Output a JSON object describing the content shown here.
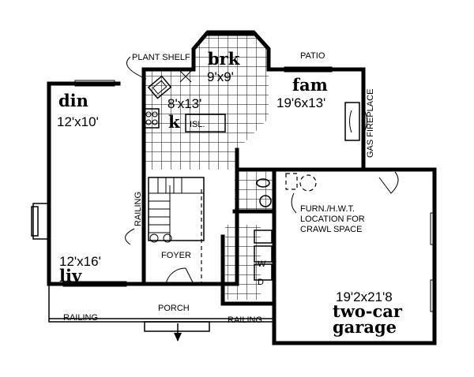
{
  "rooms": {
    "breakfast": {
      "name": "brk",
      "size": "9'x9'"
    },
    "family": {
      "name": "fam",
      "size": "19'6x13'"
    },
    "dining": {
      "name": "din",
      "size": "12'x10'"
    },
    "kitchen": {
      "name": "k",
      "size": "8'x13'",
      "island": "ISL."
    },
    "living": {
      "name": "liv",
      "size": "12'x16'"
    },
    "garage": {
      "name_line1": "two-car",
      "name_line2": "garage",
      "size": "19'2x21'8"
    },
    "foyer": {
      "name": "FOYER"
    },
    "porch": {
      "name": "PORCH"
    },
    "patio": {
      "name": "PATIO"
    }
  },
  "notes": {
    "plant_shelf": "PLANT SHELF",
    "gas_fireplace": "GAS FIREPLACE",
    "railing_stair": "RAILING",
    "railing_left": "RAILING",
    "railing_right": "RAILING",
    "furnace_line1": "FURN./H.W.T.",
    "furnace_line2": "LOCATION FOR",
    "furnace_line3": "CRAWL SPACE",
    "washer": "W",
    "dryer": "D"
  }
}
